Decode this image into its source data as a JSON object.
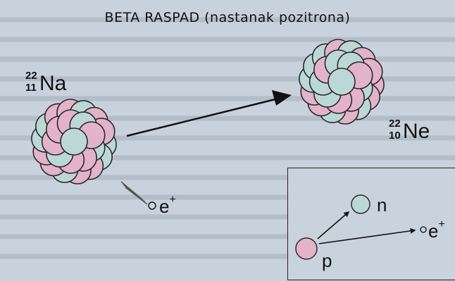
{
  "title": "BETA RASPAD (nastanak pozitrona)",
  "parent": {
    "mass_number": "22",
    "atomic_number": "11",
    "symbol": "Na"
  },
  "daughter": {
    "mass_number": "22",
    "atomic_number": "10",
    "symbol": "Ne"
  },
  "emitted_particle": "e",
  "emitted_charge": "+",
  "inset": {
    "neutron_label": "n",
    "proton_label": "p",
    "positron_label": "e",
    "positron_charge": "+"
  },
  "colors": {
    "proton": "#e2b3c9",
    "neutron": "#bcd8d6",
    "outline": "#2a2a2a",
    "background": "#c7d2dc"
  }
}
